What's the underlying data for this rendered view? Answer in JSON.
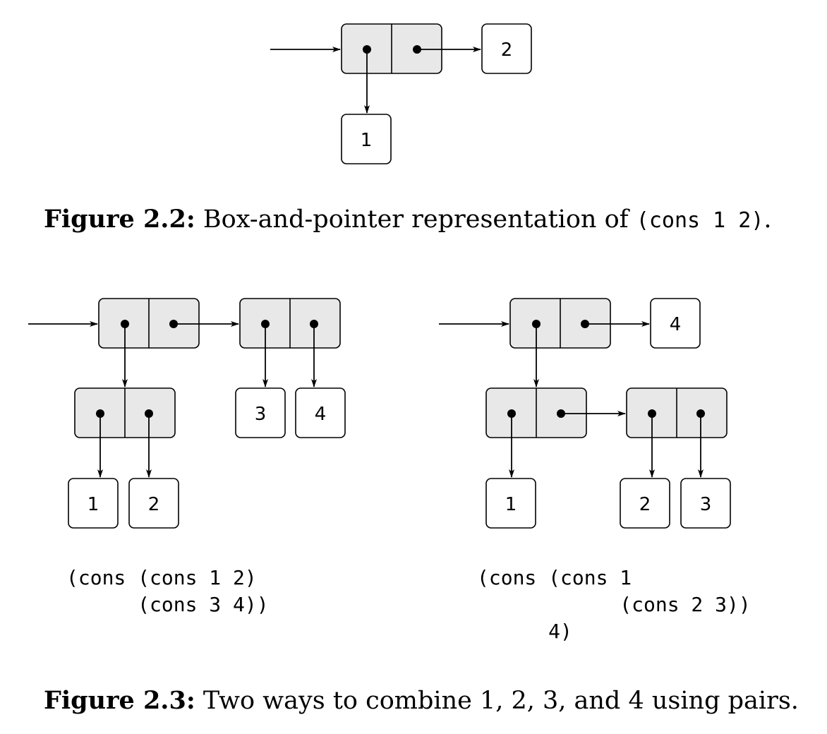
{
  "figure_2_2": {
    "value_boxes": [
      "2",
      "1"
    ],
    "caption_label": "Figure 2.2:",
    "caption_text": "Box-and-pointer representation of",
    "caption_code": "(cons 1 2)",
    "caption_end": "."
  },
  "figure_2_3": {
    "left": {
      "value_boxes": [
        "3",
        "4",
        "1",
        "2"
      ],
      "code_lines": [
        "(cons (cons 1 2)",
        "      (cons 3 4))"
      ]
    },
    "right": {
      "value_boxes": [
        "4",
        "1",
        "2",
        "3"
      ],
      "code_lines": [
        "(cons (cons 1",
        "            (cons 2 3))",
        "      4)"
      ]
    },
    "caption_label": "Figure 2.3:",
    "caption_text": "Two ways to combine 1, 2, 3, and 4 using pairs."
  }
}
